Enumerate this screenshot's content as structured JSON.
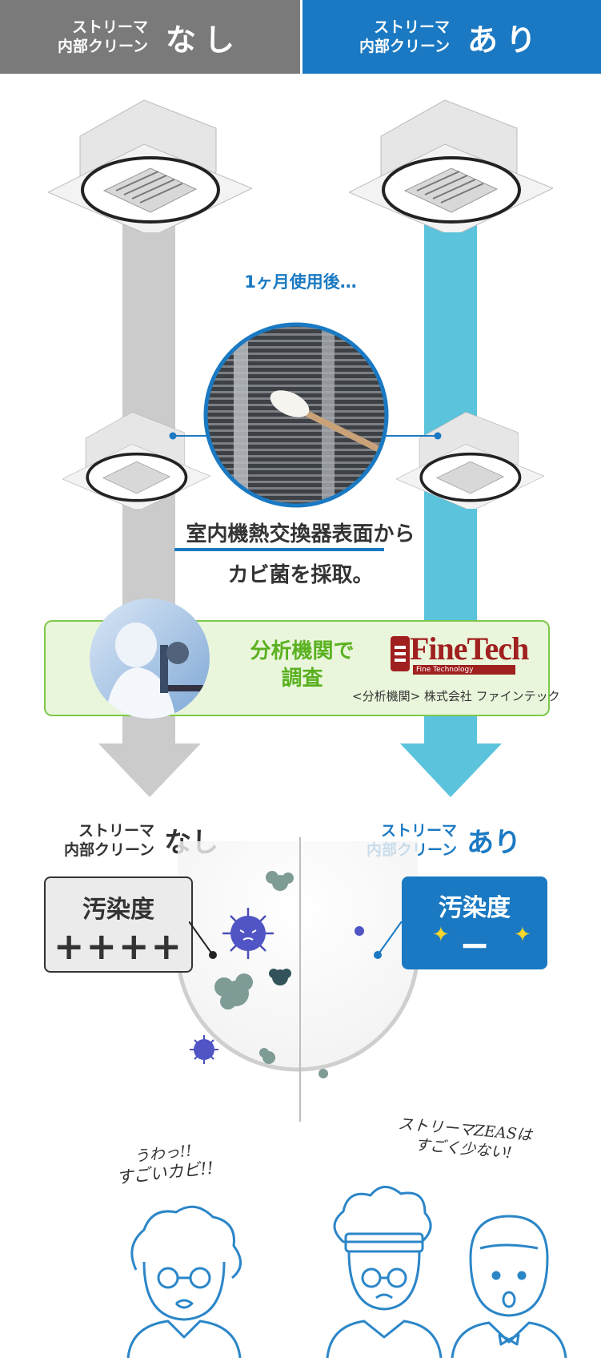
{
  "header": {
    "left": {
      "small_line1": "ストリーマ",
      "small_line2": "内部クリーン",
      "big": "なし"
    },
    "right": {
      "small_line1": "ストリーマ",
      "small_line2": "内部クリーン",
      "big": "あり"
    }
  },
  "timeline": {
    "after_label": "1ヶ月使用後…"
  },
  "sampling": {
    "line1": "室内機熱交換器表面から",
    "line2": "カビ菌を採取。"
  },
  "analysis": {
    "text_line1": "分析機関で",
    "text_line2": "調査",
    "logo_text": "FineTech",
    "logo_sub": "Fine Technology",
    "caption": "<分析機関> 株式会社 ファインテック"
  },
  "result_left": {
    "small_line1": "ストリーマ",
    "small_line2": "内部クリーン",
    "big": "なし",
    "box_title": "汚染度",
    "box_value": "++++"
  },
  "result_right": {
    "small_line1": "ストリーマ",
    "small_line2": "内部クリーン",
    "big": "あり",
    "box_title": "汚染度",
    "box_value": "−"
  },
  "speech_left": {
    "line1": "うわっ!!",
    "line2": "すごいカビ!!"
  },
  "speech_right": {
    "line1": "ストリーマZEASは",
    "line2": "すごく少ない!"
  },
  "colors": {
    "gray_header": "#7a7a7a",
    "blue_header": "#1a79c2",
    "blue_arrow": "#5bc3dc",
    "gray_arrow": "#c9c9c9",
    "green_box": "#eaf6dc",
    "green_text": "#5ab120",
    "logo_red": "#a0201f"
  }
}
